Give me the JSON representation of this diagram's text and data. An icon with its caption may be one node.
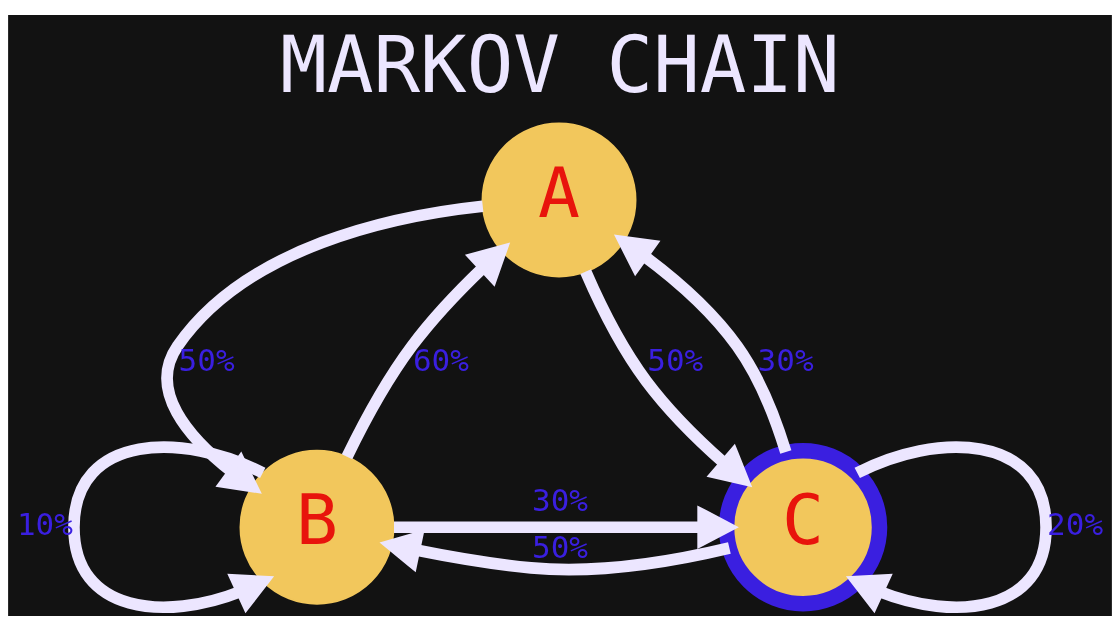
{
  "diagram": {
    "title": "MARKOV CHAIN",
    "nodes": [
      {
        "text": [
          "A"
        ]
      },
      {
        "text": [
          "B"
        ]
      },
      {
        "text": [
          "C"
        ]
      }
    ],
    "edges": [
      {
        "from": 0,
        "to": 1,
        "arrow": "to",
        "label": "50%"
      },
      {
        "from": 0,
        "to": 2,
        "arrow": "to",
        "label": "50%"
      },
      {
        "from": 1,
        "to": 1,
        "arrow": "to",
        "label": "10%"
      },
      {
        "from": 1,
        "to": 0,
        "arrow": "to",
        "label": "60%"
      },
      {
        "from": 2,
        "to": 0,
        "arrow": "to",
        "label": "30%"
      },
      {
        "from": 2,
        "to": 2,
        "arrow": "to",
        "label": "20%"
      },
      {
        "from": 1,
        "to": 2,
        "arrow": "to",
        "label": "30%"
      },
      {
        "from": 2,
        "to": 1,
        "arrow": "to",
        "label": "50%"
      }
    ]
  }
}
